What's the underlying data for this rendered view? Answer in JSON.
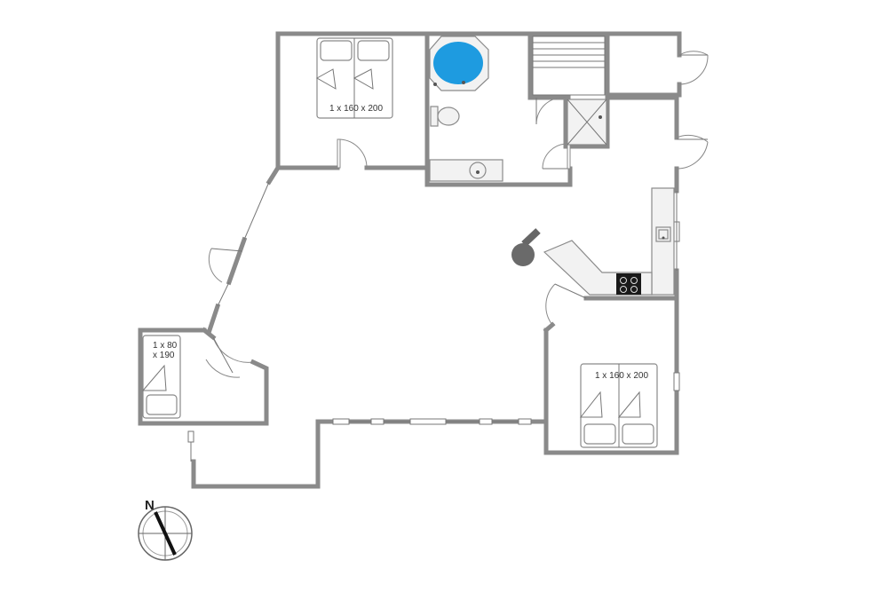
{
  "rooms": {
    "bedroom_north": {
      "bed_label": "1 x 160 x 200"
    },
    "bedroom_east": {
      "bed_label": "1 x 160 x 200"
    },
    "bedroom_west": {
      "bed_label_line1": "1 x 80",
      "bed_label_line2": "x 190"
    }
  },
  "compass": {
    "north_letter": "N"
  },
  "colors": {
    "wall": "#8a8a8a",
    "spa_water": "#1e9be0",
    "stove": "#1a1a1a",
    "fixture": "#f2f2f2"
  },
  "icons": [
    "whirlpool-tub-icon",
    "toilet-icon",
    "sink-icon",
    "shower-icon",
    "stove-icon",
    "fireplace-icon",
    "compass-icon",
    "door-icon",
    "window-icon",
    "bed-icon"
  ]
}
